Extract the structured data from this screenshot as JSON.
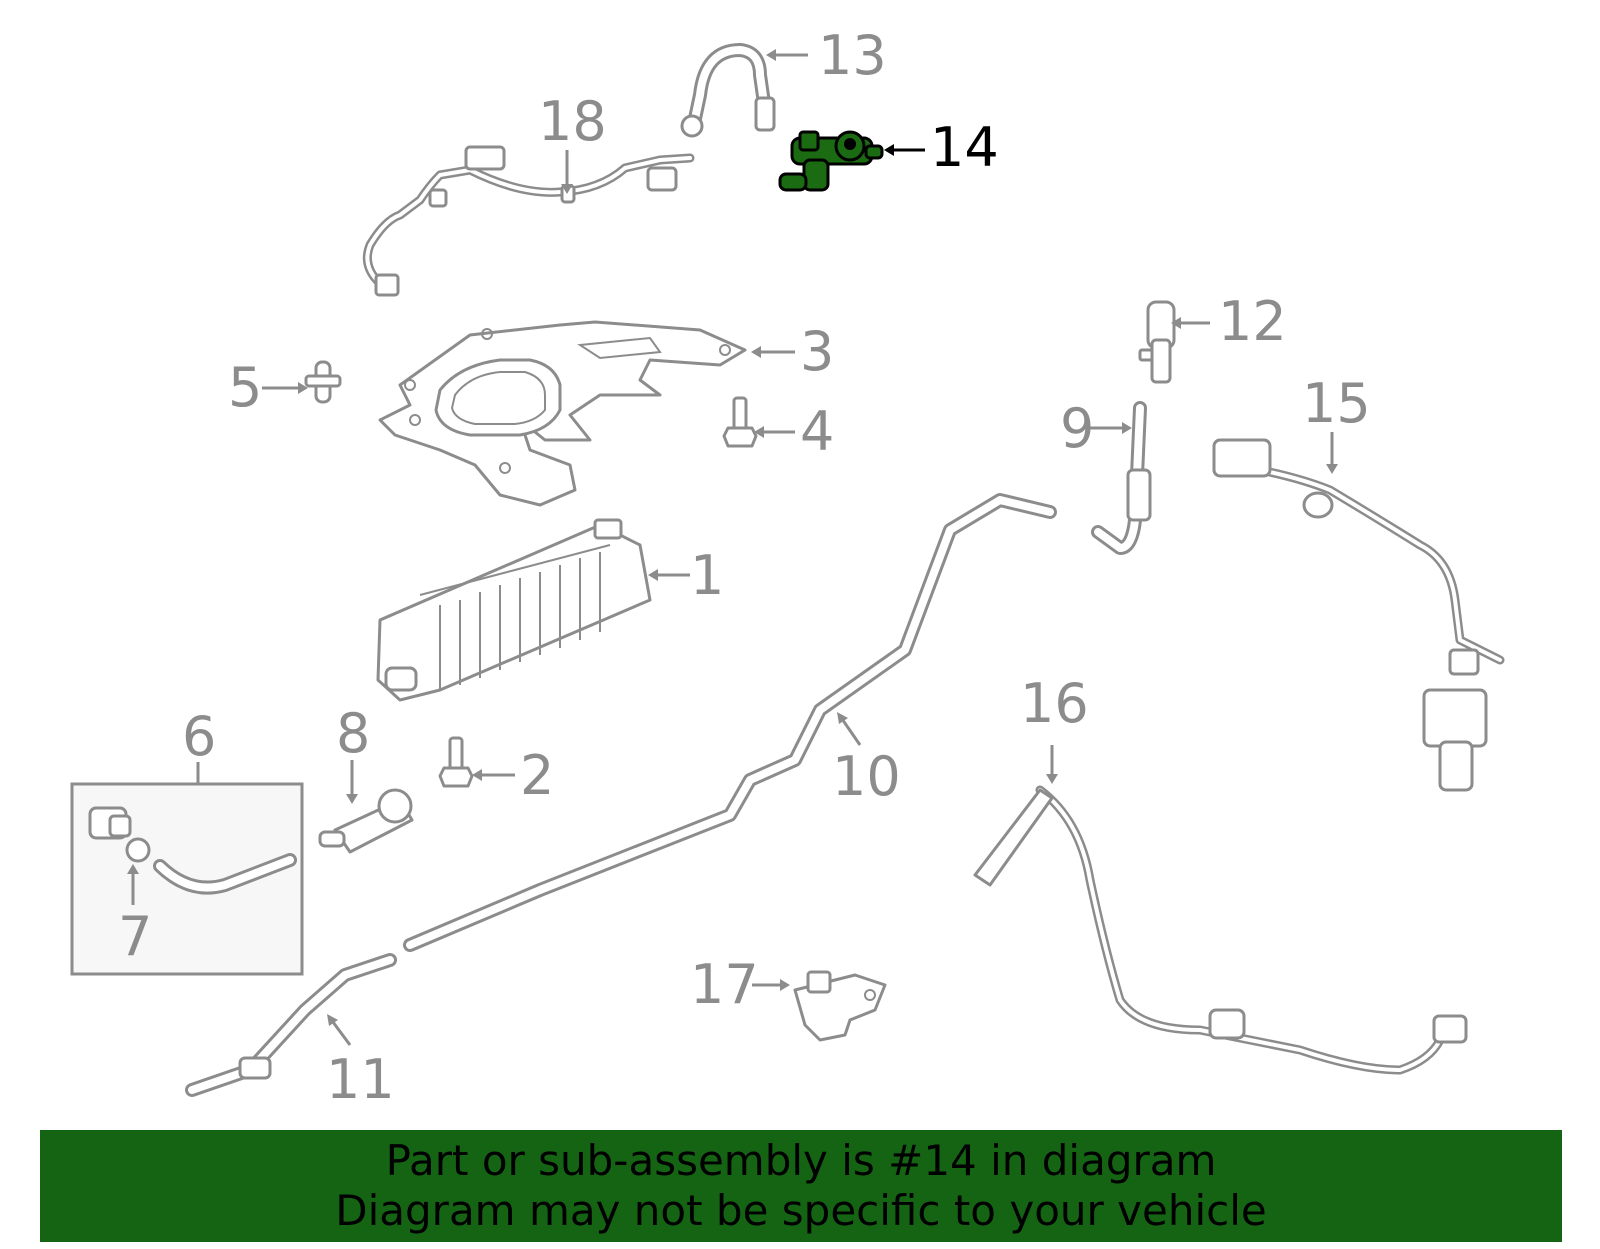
{
  "callouts": [
    {
      "id": "1",
      "label": "1"
    },
    {
      "id": "2",
      "label": "2"
    },
    {
      "id": "3",
      "label": "3"
    },
    {
      "id": "4",
      "label": "4"
    },
    {
      "id": "5",
      "label": "5"
    },
    {
      "id": "6",
      "label": "6"
    },
    {
      "id": "7",
      "label": "7"
    },
    {
      "id": "8",
      "label": "8"
    },
    {
      "id": "9",
      "label": "9"
    },
    {
      "id": "10",
      "label": "10"
    },
    {
      "id": "11",
      "label": "11"
    },
    {
      "id": "12",
      "label": "12"
    },
    {
      "id": "13",
      "label": "13"
    },
    {
      "id": "14",
      "label": "14"
    },
    {
      "id": "15",
      "label": "15"
    },
    {
      "id": "16",
      "label": "16"
    },
    {
      "id": "17",
      "label": "17"
    },
    {
      "id": "18",
      "label": "18"
    }
  ],
  "highlighted_part": "14",
  "colors": {
    "banner_bg": "#146414",
    "highlight_fill": "#1b6b12",
    "line_gray": "#8c8c8c"
  },
  "banner": {
    "line1": "Part or sub-assembly is #14 in diagram",
    "line2": "Diagram may not be specific to your vehicle"
  }
}
